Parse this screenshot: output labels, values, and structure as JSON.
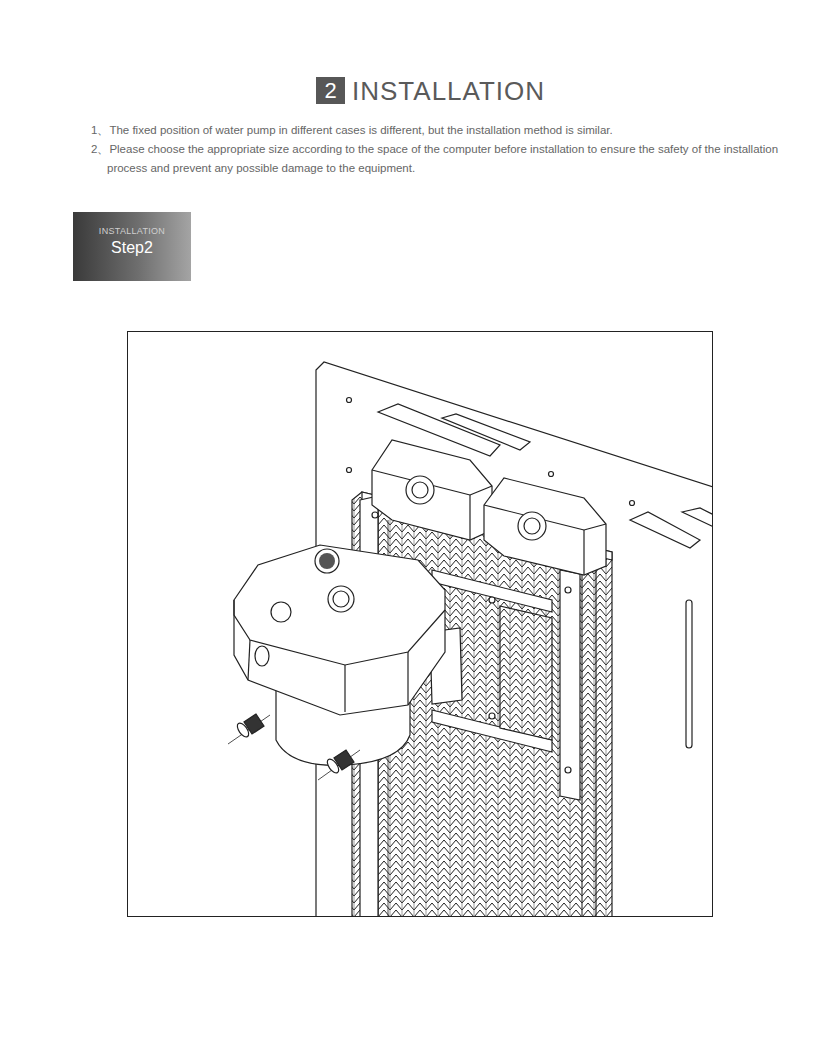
{
  "diagram": {
    "title": "INSTALLATION",
    "nodes": [
      {
        "text": [
          "2"
        ]
      },
      {
        "text": [
          "INSTALLATION",
          "Step2"
        ]
      }
    ],
    "labels": [
      "1、The fixed position of water pump in different cases is different, but the installation method is similar.",
      "2、Please choose the appropriate size according to the space of the computer before installation to ensure the safety of the installation process and prevent any possible damage to the equipment."
    ]
  }
}
